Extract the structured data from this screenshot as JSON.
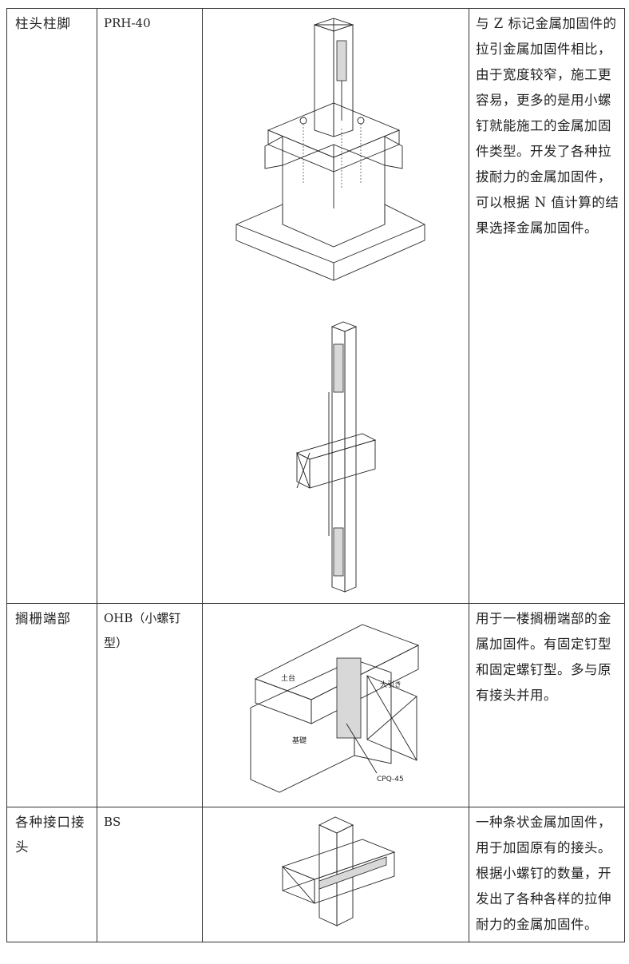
{
  "rows": [
    {
      "category": "柱头柱脚",
      "product": "PRH-40",
      "description": "与 Z 标记金属加固件的拉引金属加固件相比，由于宽度较窄，施工更容易，更多的是用小螺钉就能施工的金属加固件类型。开发了各种拉拔耐力的金属加固件，可以根据 N 值计算的结果选择金属加固件。"
    },
    {
      "category": "搁栅端部",
      "product": "OHB（小螺钉型）",
      "description": "用于一楼搁栅端部的金属加固件。有固定钉型和固定螺钉型。多与原有接头并用。",
      "diagram_labels": {
        "sill": "土台",
        "beam": "大引き",
        "foundation": "基礎",
        "part": "CPQ-45"
      }
    },
    {
      "category": "各种接口接头",
      "product": "BS",
      "description": "一种条状金属加固件，用于加固原有的接头。根据小螺钉的数量，开发出了各种各样的拉伸耐力的金属加固件。"
    }
  ]
}
